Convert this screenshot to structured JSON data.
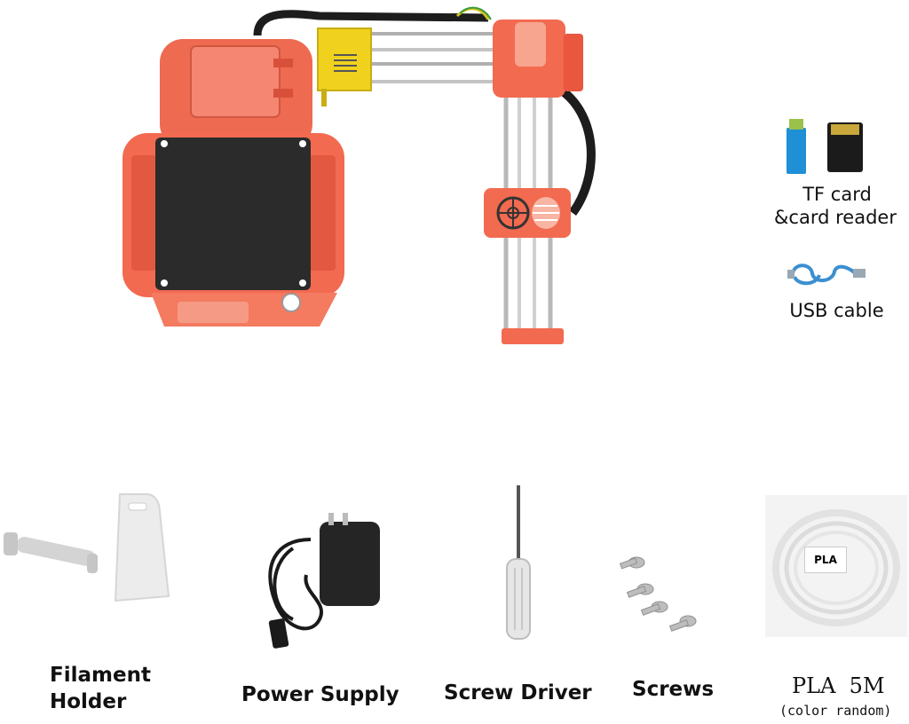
{
  "accessories": {
    "tf_card_line1": "TF card",
    "tf_card_line2": "&card reader",
    "usb_cable": "USB cable",
    "filament_holder_line1": "Filament",
    "filament_holder_line2": "Holder",
    "power_supply": "Power Supply",
    "screw_driver": "Screw Driver",
    "screws": "Screws",
    "pla_title": "PLA  5M",
    "pla_note": "(color random)",
    "pla_tag": "PLA"
  },
  "colors": {
    "printer_body": "#f26a50",
    "printer_dark": "#d9503a",
    "bed": "#2b2b2b",
    "extruder": "#f0d21e",
    "card_reader": "#1f8fd6",
    "usb_cable": "#3b8fd0"
  }
}
